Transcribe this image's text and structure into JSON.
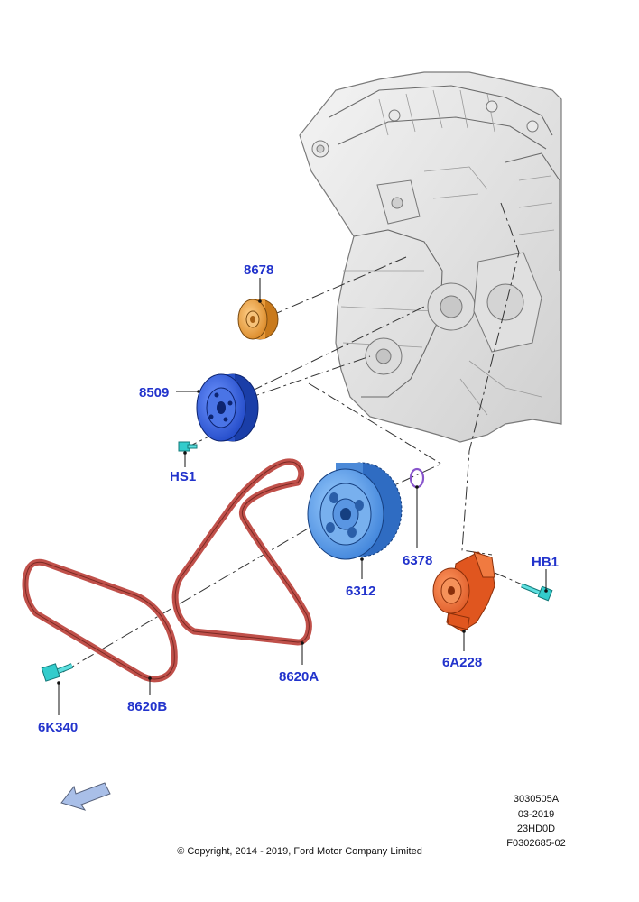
{
  "parts": [
    {
      "id": "p8678",
      "number": "8678",
      "name": "idler-pulley"
    },
    {
      "id": "p8509",
      "number": "8509",
      "name": "water-pump-pulley"
    },
    {
      "id": "pHS1",
      "number": "HS1",
      "name": "pulley-bolt"
    },
    {
      "id": "p6378",
      "number": "6378",
      "name": "crankshaft-seal-ring"
    },
    {
      "id": "p6312",
      "number": "6312",
      "name": "crankshaft-damper-pulley"
    },
    {
      "id": "pHB1",
      "number": "HB1",
      "name": "tensioner-bolt"
    },
    {
      "id": "p6A228",
      "number": "6A228",
      "name": "belt-tensioner"
    },
    {
      "id": "p8620A",
      "number": "8620A",
      "name": "drive-belt-a"
    },
    {
      "id": "p8620B",
      "number": "8620B",
      "name": "drive-belt-b"
    },
    {
      "id": "p6K340",
      "number": "6K340",
      "name": "damper-bolt"
    }
  ],
  "colors": {
    "label": "#2233cc",
    "idler": "#f0a040",
    "water_pump_pulley": "#3366dd",
    "damper": "#5599e0",
    "belt": "#c0504a",
    "tensioner": "#f06a30",
    "bolt": "#33cccc",
    "seal": "#8855cc",
    "arrow": "#a9bfe8"
  },
  "meta": {
    "line1": "3030505A",
    "line2": "03-2019",
    "line3": "23HD0D",
    "line4": "F0302685-02"
  },
  "copyright": "© Copyright, 2014 - 2019, Ford Motor Company Limited"
}
